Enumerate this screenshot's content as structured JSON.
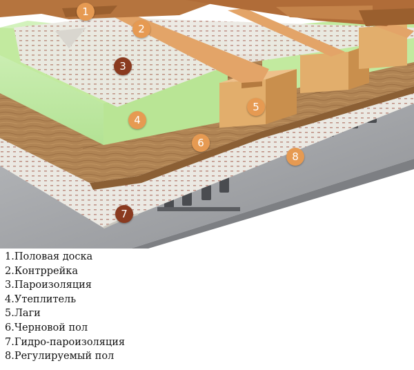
{
  "diagram": {
    "colors": {
      "floorboard": "#b5743e",
      "counter_batten": "#e3a468",
      "vapor_barrier": "#e8e6e0",
      "insulation": "#c6ecac",
      "joist": "#e2ae6c",
      "subfloor": "#b08454",
      "membrane": "#e4e0d8",
      "slab": "#a7a9ac",
      "marker_light": "#e69a52",
      "marker_dark": "#8a3a1f"
    },
    "markers": [
      {
        "number": "1",
        "tone": "light"
      },
      {
        "number": "2",
        "tone": "light"
      },
      {
        "number": "3",
        "tone": "dark"
      },
      {
        "number": "4",
        "tone": "light"
      },
      {
        "number": "5",
        "tone": "light"
      },
      {
        "number": "6",
        "tone": "light"
      },
      {
        "number": "7",
        "tone": "dark"
      },
      {
        "number": "8",
        "tone": "light"
      }
    ]
  },
  "legend": [
    "1.Половая доска",
    "2.Контррейка",
    "3.Пароизоляция",
    "4.Утеплитель",
    "5.Лаги",
    "6.Черновой пол",
    "7.Гидро-пароизоляция",
    "8.Регулируемый пол"
  ]
}
